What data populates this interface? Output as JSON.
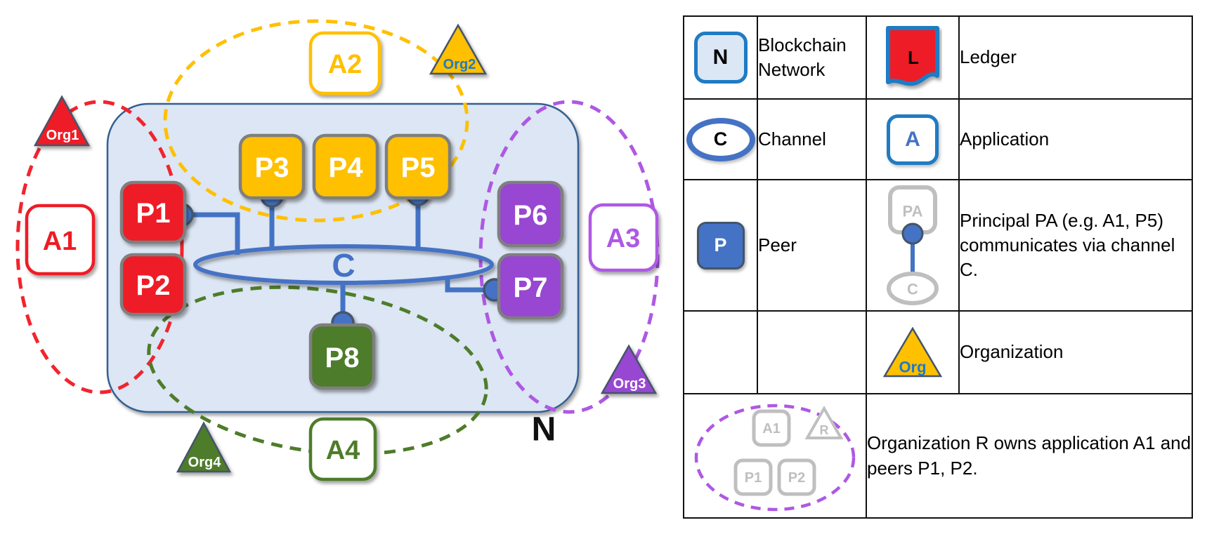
{
  "colors": {
    "red": "#EE1C25",
    "amber": "#FFC000",
    "purple": "#9747D1",
    "purple_light": "#AE58E4",
    "green": "#4E7C2A",
    "blue": "#4472C4",
    "blue_dark": "#44546A",
    "legend_blue": "#1F7BC4",
    "network_fill": "#DCE6F4",
    "network_stroke": "#365F91",
    "gray_border": "#7F7F7F",
    "legend_gray": "#BFBFBF"
  },
  "diagram": {
    "network_label": "N",
    "channel_label": "C",
    "peers": {
      "p1": "P1",
      "p2": "P2",
      "p3": "P3",
      "p4": "P4",
      "p5": "P5",
      "p6": "P6",
      "p7": "P7",
      "p8": "P8"
    },
    "apps": {
      "a1": "A1",
      "a2": "A2",
      "a3": "A3",
      "a4": "A4"
    },
    "orgs": {
      "org1": "Org1",
      "org2": "Org2",
      "org3": "Org3",
      "org4": "Org4"
    }
  },
  "legend": {
    "network_icon_letter": "N",
    "network_label": "Blockchain Network",
    "ledger_icon_letter": "L",
    "ledger_label": "Ledger",
    "channel_icon_letter": "C",
    "channel_label": "Channel",
    "application_icon_letter": "A",
    "application_label": "Application",
    "peer_icon_letter": "P",
    "peer_label": "Peer",
    "pa_icon_letter": "PA",
    "pa_channel_letter": "C",
    "pa_label": "Principal PA (e.g. A1, P5) communicates via channel C.",
    "org_icon_letter": "Org",
    "org_label": "Organization",
    "ownership_app_letter": "A1",
    "ownership_org_letter": "R",
    "ownership_peer1_letter": "P1",
    "ownership_peer2_letter": "P2",
    "ownership_label": "Organization R owns application A1 and peers P1, P2."
  }
}
